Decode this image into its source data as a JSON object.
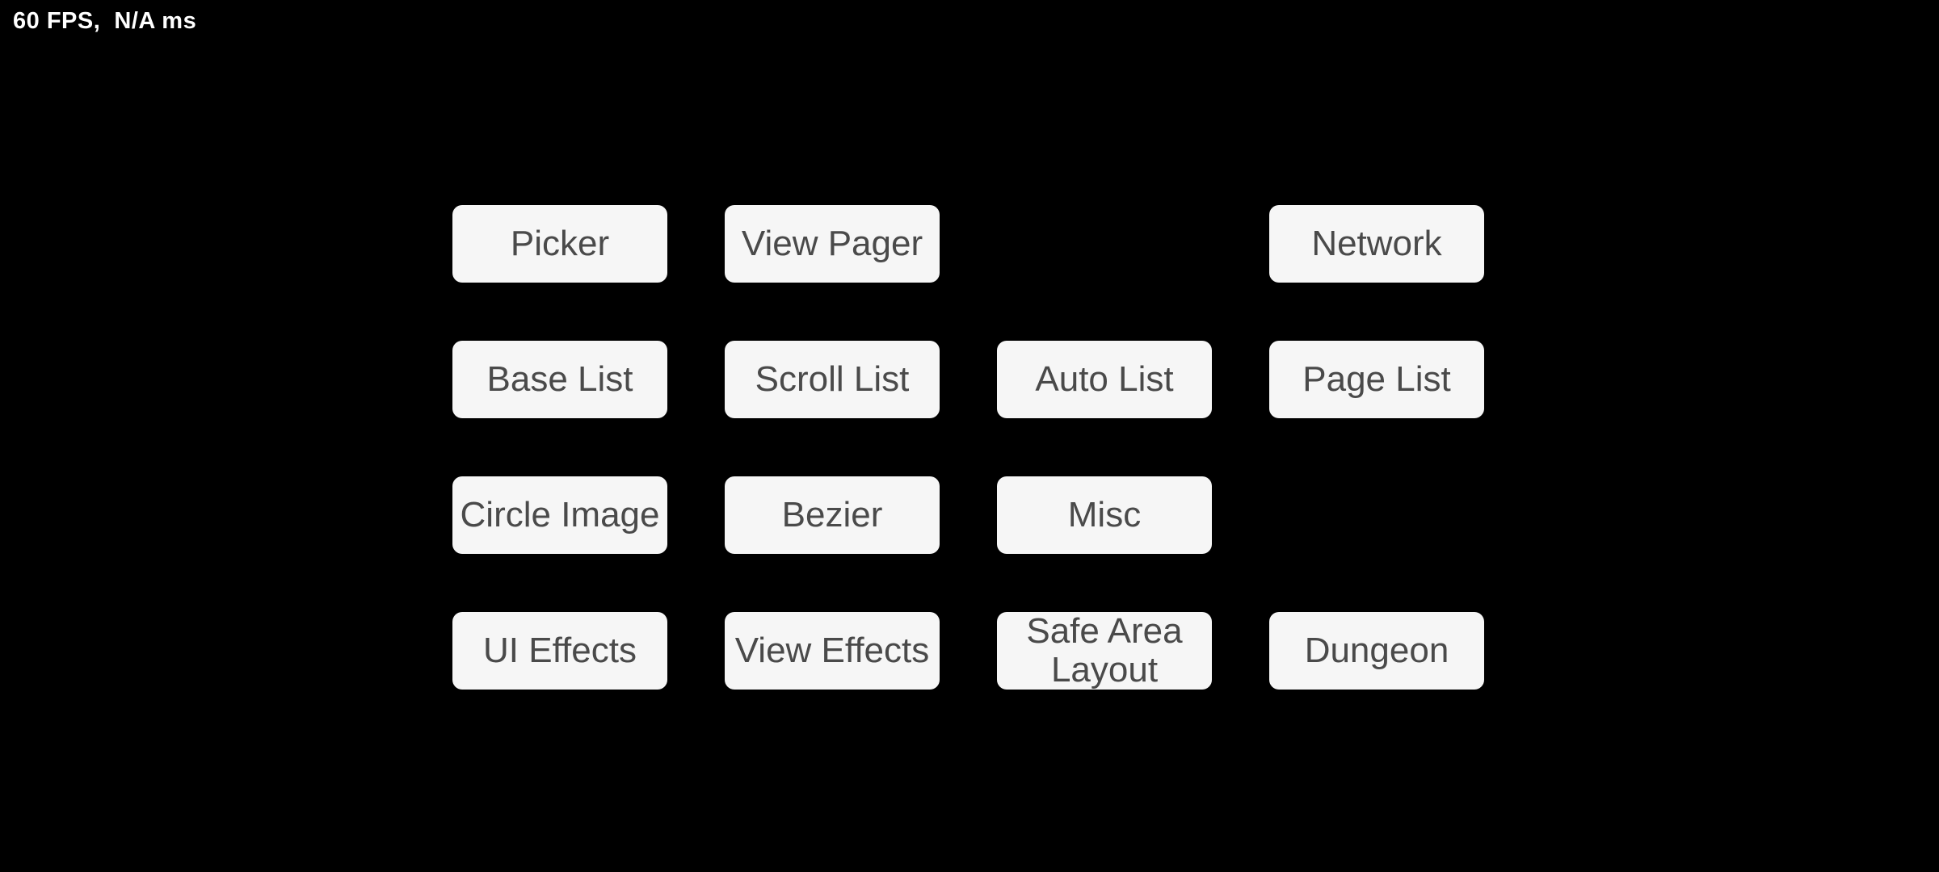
{
  "hud": {
    "fps_text": "60 FPS,  N/A ms"
  },
  "menu": {
    "buttons": [
      {
        "label": "Picker"
      },
      {
        "label": "View Pager"
      },
      {
        "label": "Network"
      },
      {
        "label": "Base List"
      },
      {
        "label": "Scroll List"
      },
      {
        "label": "Auto List"
      },
      {
        "label": "Page List"
      },
      {
        "label": "Circle Image"
      },
      {
        "label": "Bezier"
      },
      {
        "label": "Misc"
      },
      {
        "label": "UI Effects"
      },
      {
        "label": "View Effects"
      },
      {
        "label": "Safe Area Layout"
      },
      {
        "label": "Dungeon"
      }
    ]
  },
  "colors": {
    "background": "#000000",
    "hud_text": "#ffffff",
    "button_bg": "#f6f6f6",
    "button_text": "#4a4a4a"
  }
}
